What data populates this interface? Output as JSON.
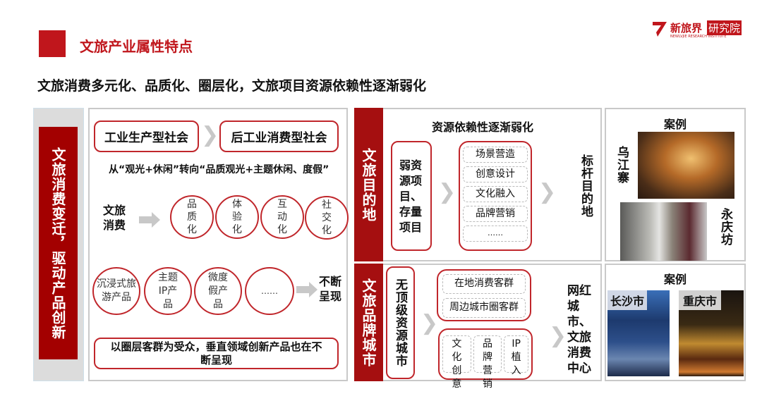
{
  "header": {
    "title": "文旅产业属性特点",
    "subtitle": "文旅消费多元化、品质化、圈层化，文旅项目资源依赖性逐渐弱化",
    "logo": {
      "name": "新旅界",
      "badge": "研究院",
      "tagline": "NEWLVJIE RESEARCH INSTITUTE"
    },
    "accent": "#c0161c"
  },
  "left": {
    "side_label": "文旅消费变迁，驱动产品创新",
    "from_society": "工业生产型社会",
    "to_society": "后工业消费型社会",
    "shift_text": "从“观光+休闲”转向“品质观光+主题休闲、度假”",
    "consumption_label": "文旅消费",
    "traits": [
      "品质化",
      "体验化",
      "互动化",
      "社交化"
    ],
    "products": [
      "沉浸式旅游产品",
      "主题IP产品",
      "微度假产品",
      "……"
    ],
    "emerging_label": "不断呈现",
    "bottom_text": "以圈层客群为受众，垂直领域创新产品也在不断呈现"
  },
  "destination": {
    "side_label": "文旅目的地",
    "title": "资源依赖性逐渐弱化",
    "source": "弱资源项目、存量项目",
    "methods": [
      "场景营造",
      "创意设计",
      "文化融入",
      "品牌营销",
      "……"
    ],
    "result": "标杆目的地",
    "case_title": "案例",
    "cases": [
      "乌江寨",
      "永庆坊"
    ]
  },
  "city": {
    "side_label": "文旅品牌城市",
    "source": "无顶级资源城市",
    "audiences": [
      "在地消费客群",
      "周边城市圈客群"
    ],
    "methods": [
      "文化创意",
      "品牌营销",
      "IP植入"
    ],
    "result": "网红城市、文旅消费中心",
    "case_title": "案例",
    "cases": [
      "长沙市",
      "重庆市"
    ]
  }
}
